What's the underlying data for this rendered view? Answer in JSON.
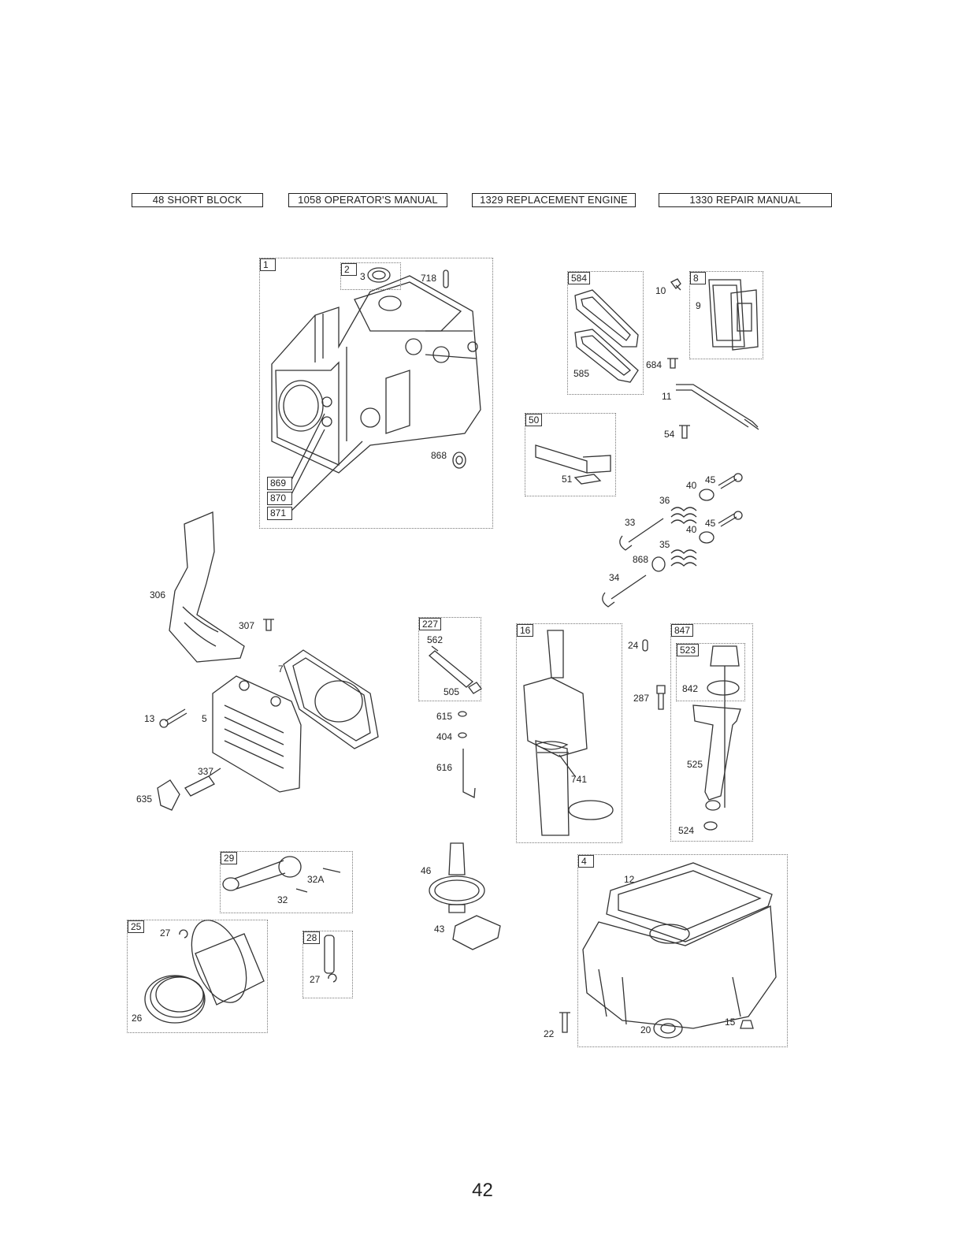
{
  "header_boxes": [
    "48 SHORT BLOCK",
    "1058 OPERATOR'S MANUAL",
    "1329 REPLACEMENT ENGINE",
    "1330 REPAIR MANUAL"
  ],
  "groups": {
    "g1": "1",
    "g2": "2",
    "g584": "584",
    "g8": "8",
    "g50": "50",
    "g227": "227",
    "g16": "16",
    "g847": "847",
    "g523": "523",
    "g29": "29",
    "g25": "25",
    "g28": "28",
    "g4": "4"
  },
  "boxed_labels": [
    "869",
    "870",
    "871"
  ],
  "callouts": {
    "c3": "3",
    "c718": "718",
    "c868a": "868",
    "c10": "10",
    "c9": "9",
    "c585": "585",
    "c684": "684",
    "c11": "11",
    "c54": "54",
    "c51": "51",
    "c45a": "45",
    "c40a": "40",
    "c36": "36",
    "c33": "33",
    "c45b": "45",
    "c40b": "40",
    "c35": "35",
    "c868b": "868",
    "c34": "34",
    "c306": "306",
    "c307": "307",
    "c7": "7",
    "c13": "13",
    "c5": "5",
    "c337": "337",
    "c635": "635",
    "c562": "562",
    "c505": "505",
    "c615": "615",
    "c404": "404",
    "c616": "616",
    "c741": "741",
    "c24": "24",
    "c287": "287",
    "c842": "842",
    "c525": "525",
    "c524": "524",
    "c32A": "32A",
    "c32": "32",
    "c46": "46",
    "c43": "43",
    "c12": "12",
    "c27a": "27",
    "c26": "26",
    "c27b": "27",
    "c22": "22",
    "c20": "20",
    "c15": "15"
  },
  "page_number": "42"
}
